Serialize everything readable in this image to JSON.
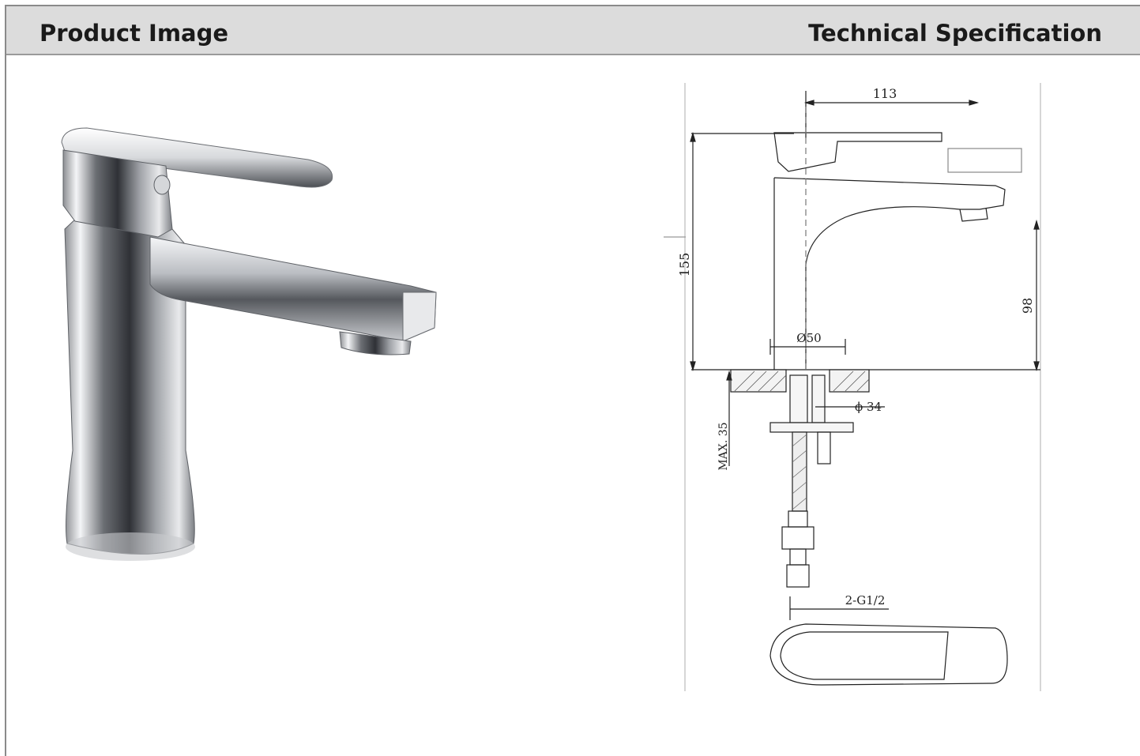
{
  "header": {
    "left_title": "Product Image",
    "right_title": "Technical Specification"
  },
  "product_image": {
    "icon": "chrome-basin-mixer-tap-photo"
  },
  "drawing": {
    "dim_spout_reach": "113",
    "dim_overall_height": "155",
    "dim_spout_height": "98",
    "dim_base_diameter": "Ø50",
    "dim_hole_diameter": "ϕ 34",
    "dim_max_deck": "MAX. 35",
    "dim_connection": "2-G1/2"
  }
}
